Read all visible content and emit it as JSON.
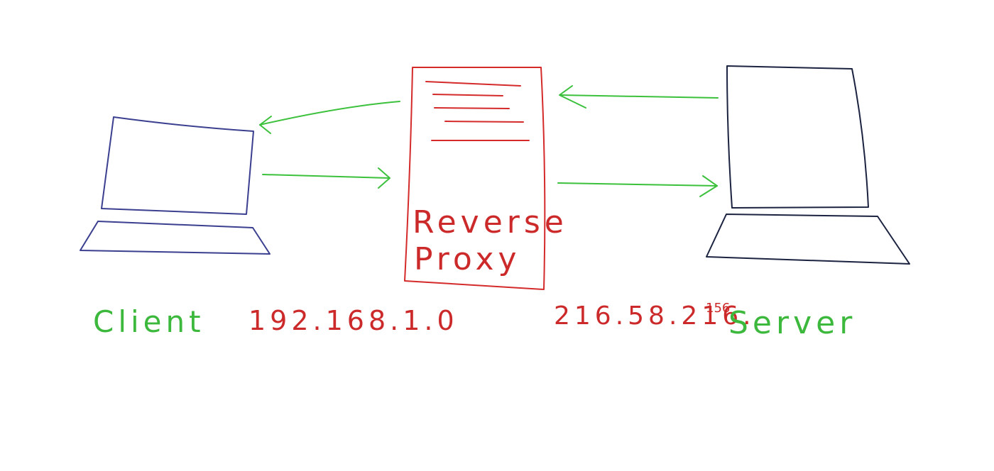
{
  "colors": {
    "client_stroke": "#3b3f8f",
    "server_stroke": "#1b2340",
    "proxy_stroke": "#d42a2a",
    "arrow": "#3cc13c",
    "label_green": "#3cb83c",
    "label_red": "#cc2a2a",
    "background": "#ffffff"
  },
  "nodes": {
    "client": {
      "label": "Client",
      "icon": "laptop-icon"
    },
    "proxy": {
      "label_line1": "Reverse",
      "label_line2": "Proxy",
      "icon": "document-icon"
    },
    "server": {
      "label": "Server",
      "icon": "laptop-icon"
    }
  },
  "ips": {
    "client_ip": "192.168.1.0",
    "server_ip_main": "216.58.216.",
    "server_ip_sup": "156"
  },
  "edges": [
    {
      "from": "proxy",
      "to": "client",
      "direction": "left"
    },
    {
      "from": "client",
      "to": "proxy",
      "direction": "right"
    },
    {
      "from": "server",
      "to": "proxy",
      "direction": "left"
    },
    {
      "from": "proxy",
      "to": "server",
      "direction": "right"
    }
  ]
}
